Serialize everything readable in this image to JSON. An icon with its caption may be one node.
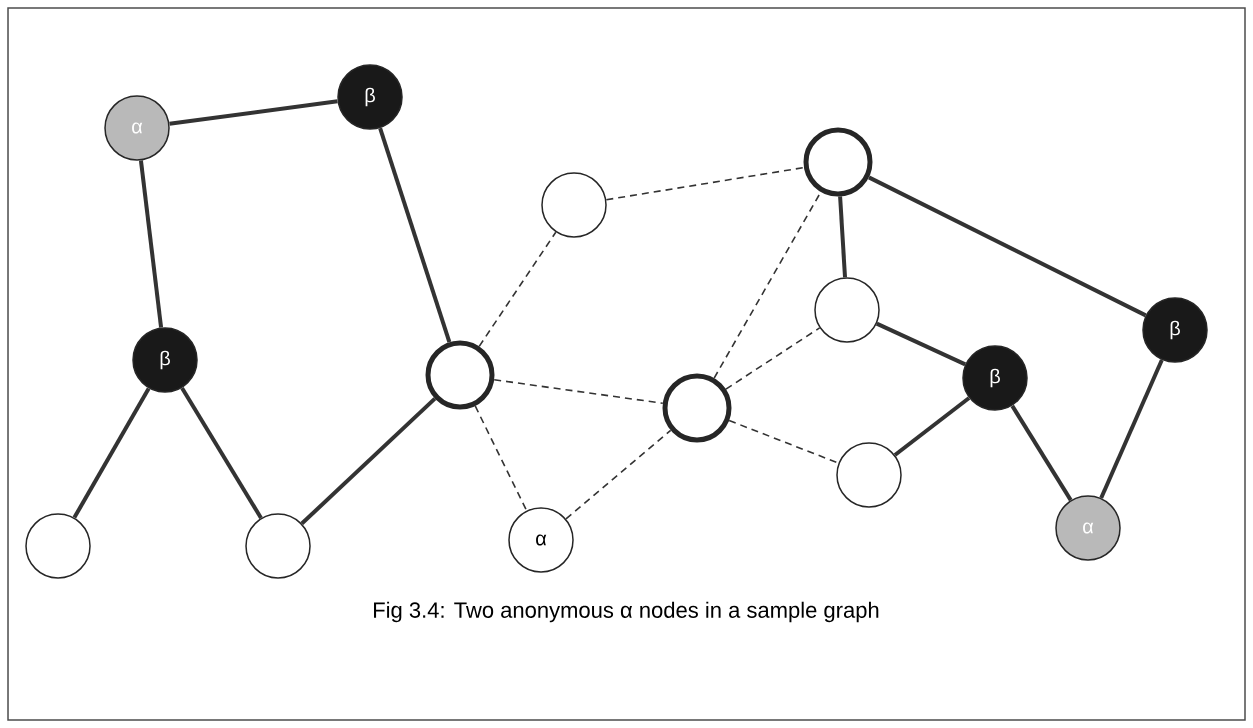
{
  "diagram": {
    "caption": "Fig 3.4: Two anonymous α nodes in a sample graph",
    "nodes": [
      {
        "text": [
          "α"
        ]
      },
      {
        "text": [
          "β"
        ]
      },
      {
        "text": [
          "β"
        ]
      },
      {
        "text": [],
        "shape": "circle"
      },
      {
        "text": [],
        "shape": "circle"
      },
      {
        "text": [],
        "shape": "circle"
      },
      {
        "text": [],
        "shape": "circle"
      },
      {
        "text": [
          "α"
        ]
      },
      {
        "text": [],
        "shape": "circle"
      },
      {
        "text": [],
        "shape": "circle"
      },
      {
        "text": [],
        "shape": "circle"
      },
      {
        "text": [
          "β"
        ]
      },
      {
        "text": [
          "β"
        ]
      },
      {
        "text": [],
        "shape": "circle"
      },
      {
        "text": [
          "α"
        ]
      }
    ],
    "edges": [
      {
        "from": 0,
        "to": 1,
        "arrow": "none"
      },
      {
        "from": 0,
        "to": 2,
        "arrow": "none"
      },
      {
        "from": 1,
        "to": 5,
        "arrow": "none"
      },
      {
        "from": 2,
        "to": 3,
        "arrow": "none"
      },
      {
        "from": 2,
        "to": 4,
        "arrow": "none"
      },
      {
        "from": 4,
        "to": 5,
        "arrow": "none"
      },
      {
        "from": 5,
        "to": 6,
        "arrow": "none",
        "style": "dashed"
      },
      {
        "from": 5,
        "to": 8,
        "arrow": "none",
        "style": "dashed"
      },
      {
        "from": 5,
        "to": 7,
        "arrow": "none",
        "style": "dashed"
      },
      {
        "from": 6,
        "to": 9,
        "arrow": "none",
        "style": "dashed"
      },
      {
        "from": 7,
        "to": 8,
        "arrow": "none",
        "style": "dashed"
      },
      {
        "from": 8,
        "to": 9,
        "arrow": "none",
        "style": "dashed"
      },
      {
        "from": 8,
        "to": 10,
        "arrow": "none",
        "style": "dashed"
      },
      {
        "from": 8,
        "to": 13,
        "arrow": "none",
        "style": "dashed"
      },
      {
        "from": 9,
        "to": 10,
        "arrow": "none"
      },
      {
        "from": 9,
        "to": 12,
        "arrow": "none"
      },
      {
        "from": 10,
        "to": 11,
        "arrow": "none"
      },
      {
        "from": 11,
        "to": 13,
        "arrow": "none"
      },
      {
        "from": 11,
        "to": 14,
        "arrow": "none"
      },
      {
        "from": 12,
        "to": 14,
        "arrow": "none"
      }
    ]
  }
}
